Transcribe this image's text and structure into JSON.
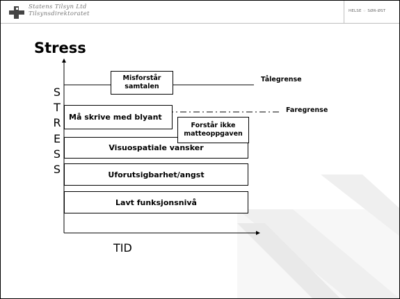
{
  "header": {
    "org_name_line1": "Statens Tilsyn Ltd",
    "org_name_line2": "Tilsynsdirektoratet",
    "helse_logo_text": "HELSE",
    "helse_logo_region": "SØR-ØST"
  },
  "slide": {
    "title": "Stress",
    "y_axis_letters": [
      "S",
      "T",
      "R",
      "E",
      "S",
      "S"
    ],
    "x_axis_label": "TID",
    "boxes": {
      "misforstar": "Misforstår samtalen",
      "skrive": "Må skrive med blyant",
      "matte": "Forstår ikke matteoppgaven",
      "visuo": "Visuospatiale vansker",
      "uforut": "Uforutsigbarhet/angst",
      "lavt": "Lavt funksjonsnivå"
    },
    "lines": {
      "talegrense": "Tålegrense",
      "faregrense": "Faregrense"
    }
  }
}
